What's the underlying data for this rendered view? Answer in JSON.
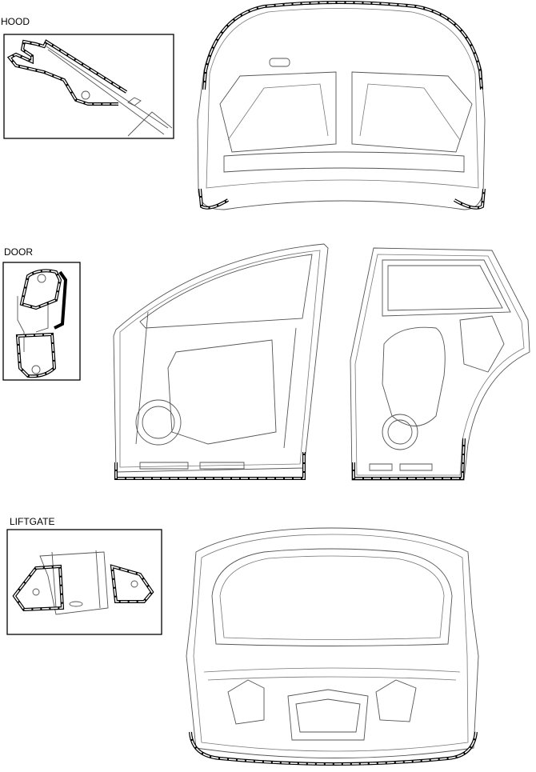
{
  "sections": {
    "hood": {
      "label": "HOOD"
    },
    "door": {
      "label": "DOOR"
    },
    "liftgate": {
      "label": "LIFTGATE"
    }
  },
  "colors": {
    "line": "#555555",
    "sealer": "#000000",
    "background": "#ffffff"
  }
}
